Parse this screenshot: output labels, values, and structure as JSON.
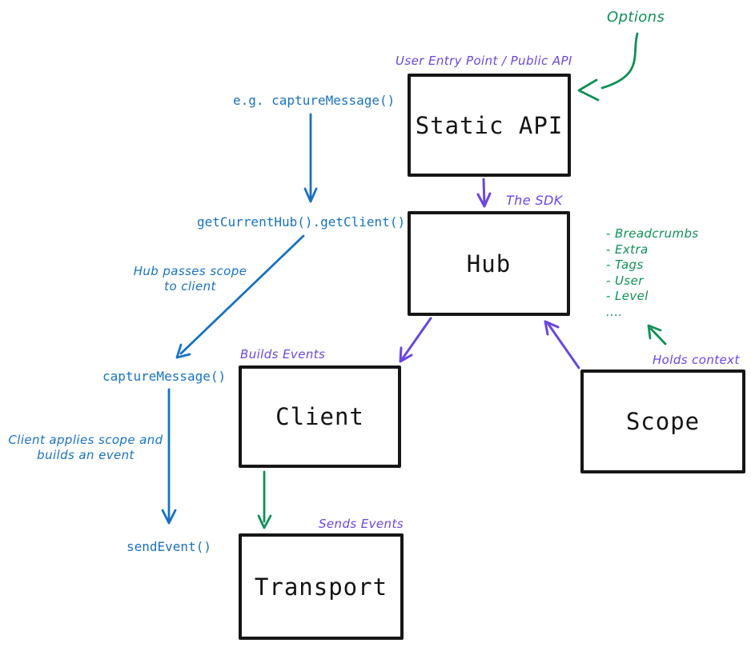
{
  "colors": {
    "purple": "#6b46e0",
    "blue": "#1971c2",
    "green": "#0f8f56",
    "ink": "#161616"
  },
  "nodes": {
    "static_api": {
      "label": "Static API"
    },
    "hub": {
      "label": "Hub"
    },
    "client": {
      "label": "Client"
    },
    "scope": {
      "label": "Scope"
    },
    "transport": {
      "label": "Transport"
    }
  },
  "annotations": {
    "options": "Options",
    "user_entry_point": "User Entry Point / Public API",
    "the_sdk": "The SDK",
    "builds_events": "Builds Events",
    "sends_events": "Sends Events",
    "holds_context": "Holds context",
    "eg_capture_message": "e.g. captureMessage()",
    "get_current_hub": "getCurrentHub().getClient()",
    "hub_passes_scope_line1": "Hub passes scope",
    "hub_passes_scope_line2": "to client",
    "capture_message": "captureMessage()",
    "client_applies_line1": "Client applies scope and",
    "client_applies_line2": "builds an event",
    "send_event": "sendEvent()"
  },
  "scope_context_list": {
    "items": [
      "- Breadcrumbs",
      "- Extra",
      "- Tags",
      "- User",
      "- Level",
      "...."
    ]
  }
}
